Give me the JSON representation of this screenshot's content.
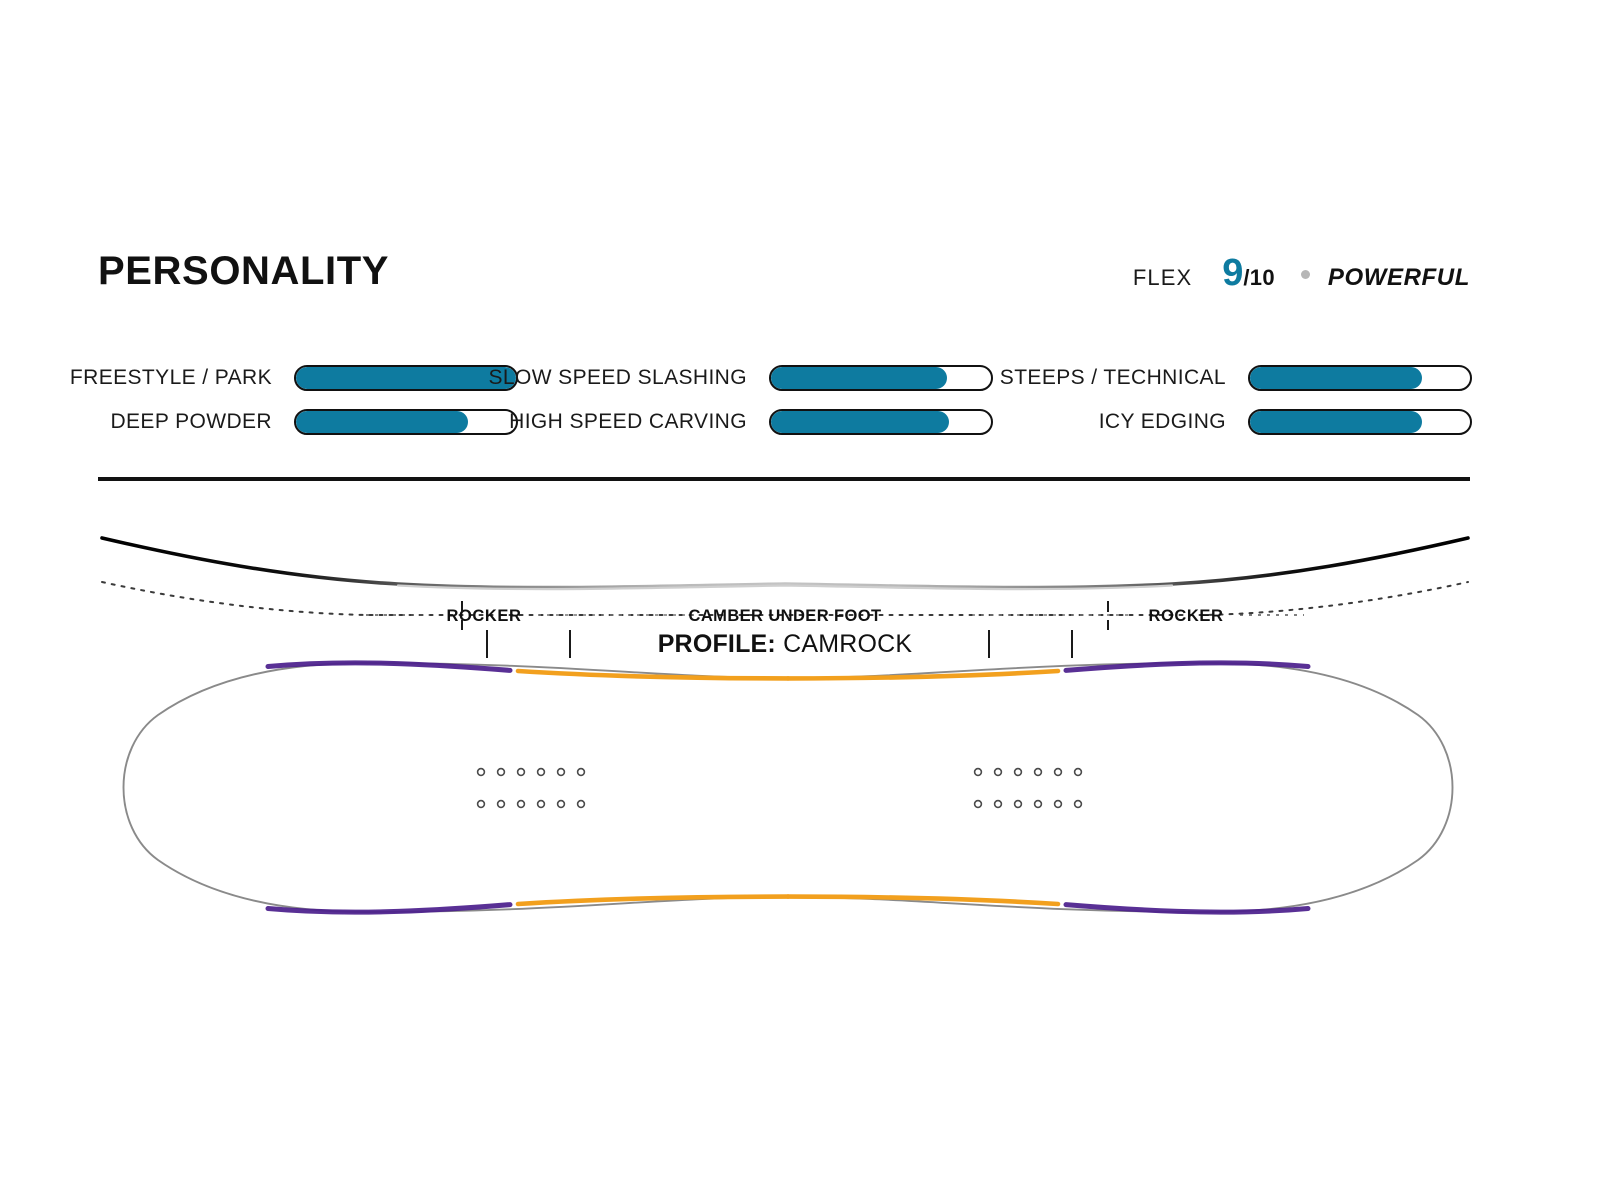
{
  "header": {
    "title": "PERSONALITY",
    "flex": {
      "label": "FLEX",
      "score": "9",
      "out_of": "/10",
      "separator_icon": "bullet-dot-icon",
      "descriptor": "POWERFUL",
      "accent_color": "#0E7BA0"
    }
  },
  "ratings": {
    "columns": [
      {
        "rows": [
          {
            "label": "FREESTYLE / PARK",
            "value": 100
          },
          {
            "label": "DEEP POWDER",
            "value": 78
          }
        ]
      },
      {
        "rows": [
          {
            "label": "SLOW SPEED SLASHING",
            "value": 80
          },
          {
            "label": "HIGH SPEED CARVING",
            "value": 81
          }
        ]
      },
      {
        "rows": [
          {
            "label": "STEEPS / TECHNICAL",
            "value": 78
          },
          {
            "label": "ICY EDGING",
            "value": 78
          }
        ]
      }
    ],
    "bar_fill_color": "#0E7BA0",
    "bar_track_color": "#ffffff",
    "bar_outline_color": "#111111"
  },
  "profile": {
    "segments": [
      {
        "name": "ROCKER",
        "label": "ROCKER"
      },
      {
        "name": "CAMBER",
        "label": "CAMBER UNDER FOOT"
      },
      {
        "name": "ROCKER",
        "label": "ROCKER"
      }
    ],
    "caption_key": "PROFILE:",
    "caption_value": "CAMROCK"
  },
  "board": {
    "outline_color": "#808080",
    "accent_colors": {
      "tip_accent": "#4B1E8C",
      "mid_accent": "#F2A01E"
    },
    "insert_rows": 2,
    "inserts_per_row": 6,
    "insert_groups": 2
  }
}
